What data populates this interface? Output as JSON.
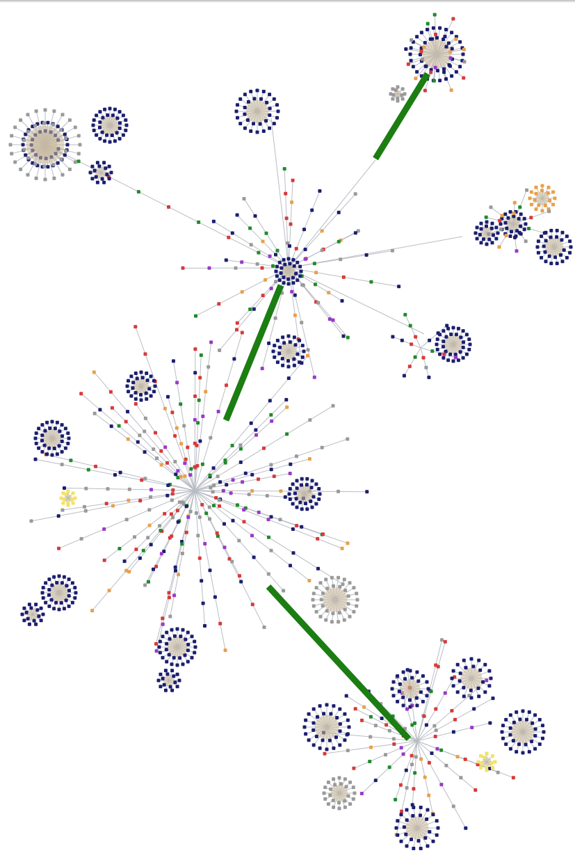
{
  "diagram": {
    "type": "network-graph",
    "background": "#ffffff",
    "node_colors": {
      "navy": "#1c1f6e",
      "red": "#d83a3a",
      "green": "#1f8c2a",
      "orange": "#e8a04c",
      "gray": "#9a9a9a",
      "purple": "#9a3ac8",
      "yellow": "#f2e26a"
    },
    "edge_color": "#b8bcc4",
    "highlight_link_color": "#1b7d12",
    "clusters": [
      "upper-right-cluster",
      "upper-center-hub",
      "upper-left-cluster",
      "right-cluster",
      "central-hub",
      "lower-right-hub",
      "bottom-cluster"
    ],
    "highlight_links": [
      {
        "from": "upper-center-hub",
        "to": "upper-right-cluster"
      },
      {
        "from": "upper-center-hub",
        "to": "central-hub"
      },
      {
        "from": "central-hub",
        "to": "lower-right-hub"
      }
    ]
  }
}
